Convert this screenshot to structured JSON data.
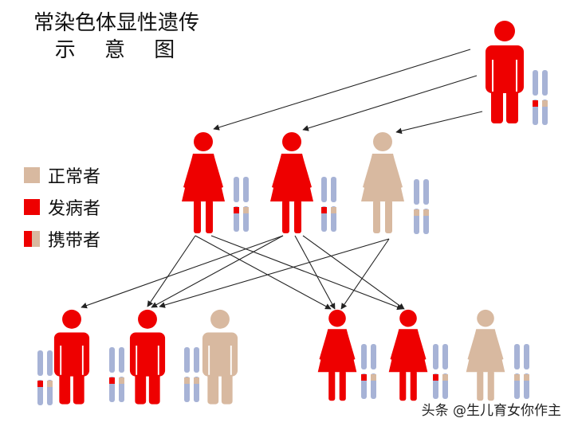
{
  "title": {
    "line1": "常染色体显性遗传",
    "line2": "示 意 图"
  },
  "legend": [
    {
      "key": "normal",
      "label": "正常者",
      "color": "#d8b9a0"
    },
    {
      "key": "affected",
      "label": "发病者",
      "color": "#ee0000"
    },
    {
      "key": "carrier",
      "label": "携带者",
      "colors": [
        "#ee0000",
        "#d8b9a0"
      ]
    }
  ],
  "colors": {
    "affected": "#ee0000",
    "normal": "#d8b9a0",
    "chromosome": "#a7b3d6",
    "arrow": "#222222"
  },
  "watermark": "头条 @生儿育女你作主",
  "generations": [
    {
      "gen": 1,
      "members": [
        {
          "id": "g1-male",
          "sex": "male",
          "status": "affected"
        }
      ]
    },
    {
      "gen": 2,
      "members": [
        {
          "id": "g2-female-1",
          "sex": "female",
          "status": "affected"
        },
        {
          "id": "g2-female-2",
          "sex": "female",
          "status": "affected"
        },
        {
          "id": "g2-female-3",
          "sex": "female",
          "status": "normal"
        }
      ]
    },
    {
      "gen": 3,
      "members": [
        {
          "id": "g3-male-1",
          "sex": "male",
          "status": "affected"
        },
        {
          "id": "g3-male-2",
          "sex": "male",
          "status": "affected"
        },
        {
          "id": "g3-male-3",
          "sex": "male",
          "status": "normal"
        },
        {
          "id": "g3-female-1",
          "sex": "female",
          "status": "affected"
        },
        {
          "id": "g3-female-2",
          "sex": "female",
          "status": "affected"
        },
        {
          "id": "g3-female-3",
          "sex": "female",
          "status": "normal"
        }
      ]
    }
  ]
}
